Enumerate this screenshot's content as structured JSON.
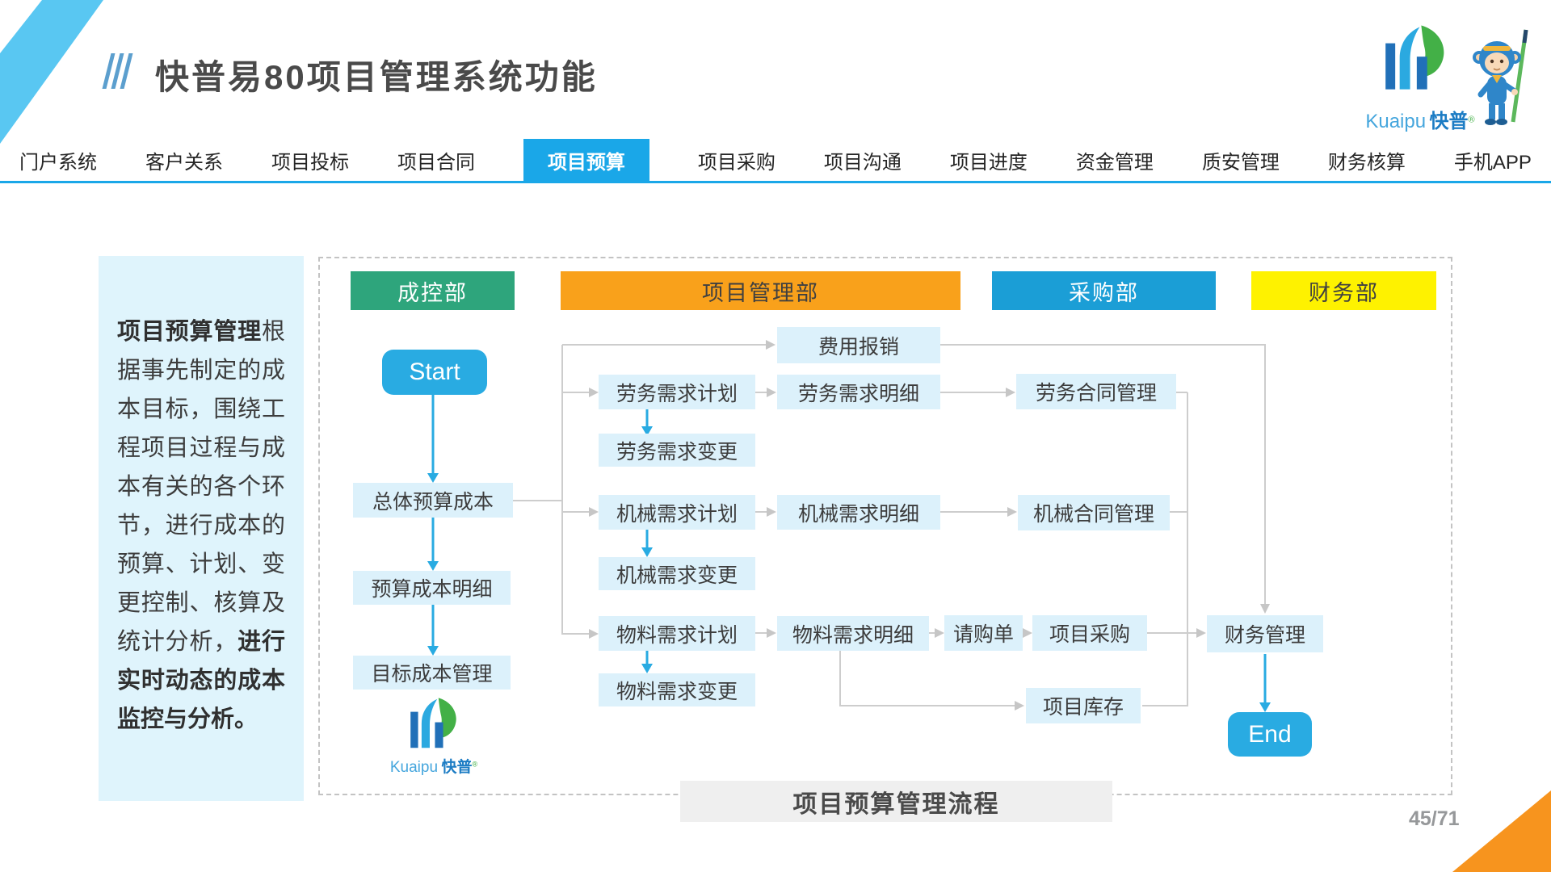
{
  "page": {
    "title": "快普易80项目管理系统功能",
    "page_number": "45/71"
  },
  "brand": {
    "en": "Kuaipu",
    "zh": "快普",
    "reg": "®"
  },
  "nav": {
    "tabs": [
      {
        "label": "门户系统",
        "active": false
      },
      {
        "label": "客户关系",
        "active": false
      },
      {
        "label": "项目投标",
        "active": false
      },
      {
        "label": "项目合同",
        "active": false
      },
      {
        "label": "项目预算",
        "active": true
      },
      {
        "label": "项目采购",
        "active": false
      },
      {
        "label": "项目沟通",
        "active": false
      },
      {
        "label": "项目进度",
        "active": false
      },
      {
        "label": "资金管理",
        "active": false
      },
      {
        "label": "质安管理",
        "active": false
      },
      {
        "label": "财务核算",
        "active": false
      },
      {
        "label": "手机APP",
        "active": false
      }
    ]
  },
  "sidebar": {
    "bold_lead": "项目预算管理",
    "body": "根据事先制定的成本目标，围绕工程项目过程与成本有关的各个环节，进行成本的预算、计划、变更控制、核算及统计分析，",
    "bold_tail": "进行实时动态的成本监控与分析。"
  },
  "flowchart": {
    "departments": [
      {
        "label": "成控部",
        "color": "#2EA57C"
      },
      {
        "label": "项目管理部",
        "color": "#F9A11B"
      },
      {
        "label": "采购部",
        "color": "#1B9ED6"
      },
      {
        "label": "财务部",
        "color": "#FEF200"
      }
    ],
    "node_labels": {
      "start": "Start",
      "end": "End",
      "total_budget": "总体预算成本",
      "budget_detail": "预算成本明细",
      "target_cost": "目标成本管理",
      "expense": "费用报销",
      "labor_plan": "劳务需求计划",
      "labor_detail": "劳务需求明细",
      "labor_change": "劳务需求变更",
      "mech_plan": "机械需求计划",
      "mech_detail": "机械需求明细",
      "mech_change": "机械需求变更",
      "mat_plan": "物料需求计划",
      "mat_detail": "物料需求明细",
      "mat_change": "物料需求变更",
      "labor_contract": "劳务合同管理",
      "mech_contract": "机械合同管理",
      "purchase_request": "请购单",
      "project_purchase": "项目采购",
      "project_inventory": "项目库存",
      "finance": "财务管理"
    },
    "caption": "项目预算管理流程"
  },
  "colors": {
    "accent_blue": "#1AA7E8",
    "start_end_blue": "#29ABE2",
    "node_bg": "#DCF1FB",
    "dept_green": "#2EA57C",
    "dept_orange": "#F9A11B",
    "dept_blue": "#1B9ED6",
    "dept_yellow": "#FEF200",
    "stripe_cyan": "#59C7F2",
    "corner_orange": "#F7941E",
    "connector_gray": "#CDCDCD"
  }
}
